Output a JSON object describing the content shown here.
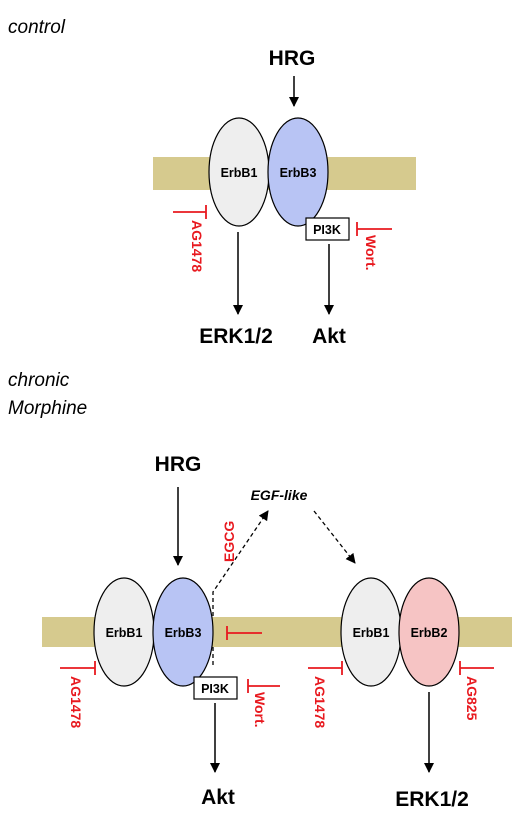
{
  "colors": {
    "membrane": "#d6ca8e",
    "erbb1": "#eeeeee",
    "erbb3": "#b8c4f4",
    "erbb2": "#f6c4c4",
    "inhibitor": "#e8191f",
    "arrow": "#000000"
  },
  "control": {
    "label": "control",
    "ligand": "HRG",
    "receptor_left": "ErbB1",
    "receptor_right": "ErbB3",
    "pi3k": "PI3K",
    "inhibitor_left": "AG1478",
    "inhibitor_right": "Wort.",
    "output_left": "ERK1/2",
    "output_right": "Akt"
  },
  "chronic": {
    "label_line1": "chronic",
    "label_line2": "Morphine",
    "ligand": "HRG",
    "egf_like": "EGF-like",
    "egcg": "EGCG",
    "dimer1_left": "ErbB1",
    "dimer1_right": "ErbB3",
    "pi3k": "PI3K",
    "dimer2_left": "ErbB1",
    "dimer2_right": "ErbB2",
    "inhibitor_ag1478_left": "AG1478",
    "inhibitor_wort": "Wort.",
    "inhibitor_ag1478_right": "AG1478",
    "inhibitor_ag825": "AG825",
    "output_left": "Akt",
    "output_right": "ERK1/2"
  }
}
